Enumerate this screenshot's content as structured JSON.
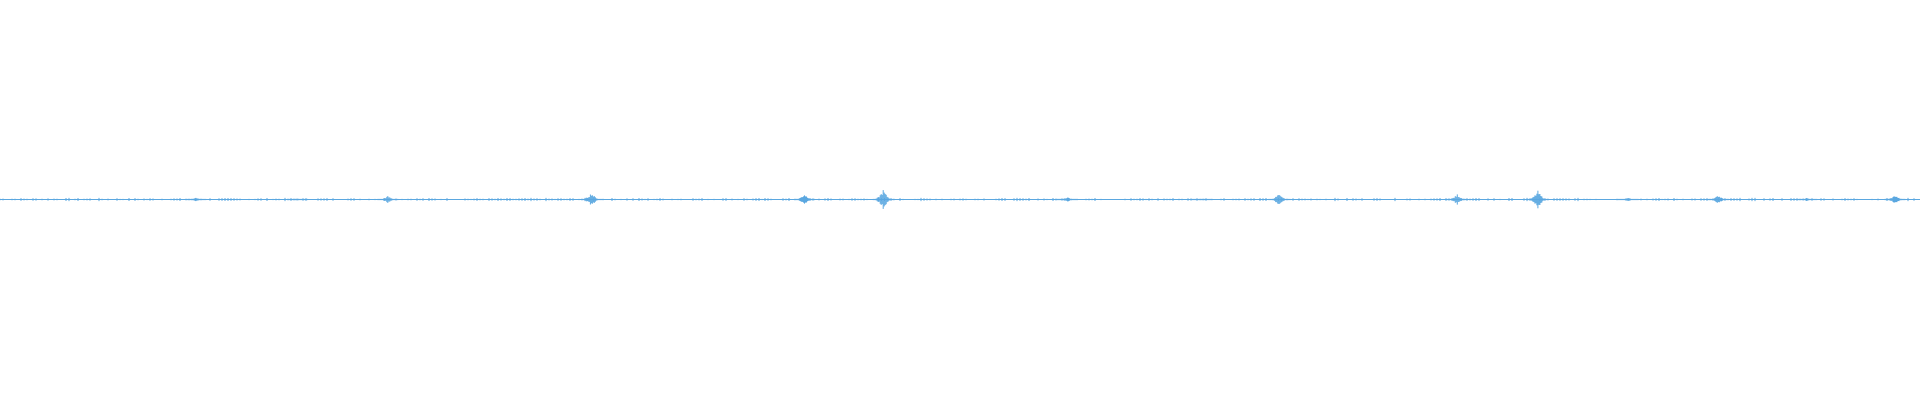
{
  "waveform": {
    "color": "#5aa7e0",
    "background": "#ffffff",
    "peaks": [
      {
        "position": 0.102,
        "amplitude": 0.16
      },
      {
        "position": 0.155,
        "amplitude": 0.12
      },
      {
        "position": 0.202,
        "amplitude": 0.32
      },
      {
        "position": 0.308,
        "amplitude": 0.62
      },
      {
        "position": 0.419,
        "amplitude": 0.52
      },
      {
        "position": 0.46,
        "amplitude": 0.9
      },
      {
        "position": 0.556,
        "amplitude": 0.22
      },
      {
        "position": 0.626,
        "amplitude": 0.1
      },
      {
        "position": 0.666,
        "amplitude": 0.5
      },
      {
        "position": 0.759,
        "amplitude": 0.48
      },
      {
        "position": 0.801,
        "amplitude": 0.8
      },
      {
        "position": 0.848,
        "amplitude": 0.15
      },
      {
        "position": 0.895,
        "amplitude": 0.4
      },
      {
        "position": 0.941,
        "amplitude": 0.14
      },
      {
        "position": 0.987,
        "amplitude": 0.4
      }
    ]
  }
}
